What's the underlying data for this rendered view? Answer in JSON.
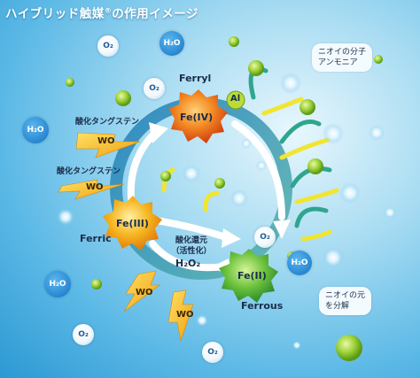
{
  "title": {
    "main": "ハイブリッド触媒",
    "mark": "®",
    "suffix": "の作用イメージ"
  },
  "states": {
    "ferryl": {
      "label": "Ferryl",
      "ion": "Fe(IV)"
    },
    "ferric": {
      "label": "Ferric",
      "ion": "Fe(III)"
    },
    "ferrous": {
      "label": "Ferrous",
      "ion": "Fe(II)"
    }
  },
  "reactions": {
    "oxidation_1": "酸化タングステン",
    "oxidation_2": "酸化タングステン",
    "reduction_line1": "酸化還元",
    "reduction_line2": "（活性化）",
    "h2o2": "H₂O₂"
  },
  "tokens": {
    "wo": "WO",
    "al": "Al"
  },
  "molecules": {
    "o2": "O₂",
    "h2o": "H₂O"
  },
  "callouts": {
    "odor_molecule_line1": "ニオイの分子",
    "odor_molecule_line2": "アンモニア",
    "odor_source_line1": "ニオイの元",
    "odor_source_line2": "を分解"
  },
  "colors": {
    "fe4": "#e4571b",
    "fe3": "#f2a51a",
    "fe2": "#4db845",
    "wo": "#f5b417",
    "odor": "#8fcf2a",
    "background": "#5cb9e6"
  }
}
